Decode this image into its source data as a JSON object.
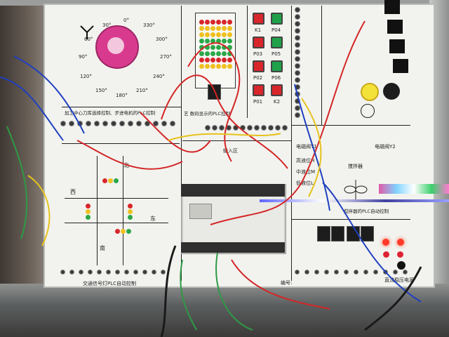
{
  "board_labels": {
    "spindle_title": "加工中心刀库选择控制、步进电机的PLC控制",
    "segment_title": "艺 数码显示的PLC控制",
    "traffic_title": "交通信号灯PLC自动控制",
    "mixer_title": "搅拌器的PLC自动控制",
    "dc_title": "直流稳压电源",
    "input_area": "输入区",
    "mixer": "搅拌器",
    "high_level": "高液位H",
    "mid_level": "中液位M",
    "low_level": "低液位L",
    "valve1": "电磁阀Y1",
    "valve2": "电磁阀Y2",
    "east": "东",
    "west": "西",
    "south": "南",
    "north": "北",
    "serial": "编号:"
  },
  "dial": {
    "angles": [
      "0°",
      "30°",
      "60°",
      "90°",
      "120°",
      "150°",
      "180°",
      "210°",
      "240°",
      "270°",
      "300°",
      "330°"
    ]
  },
  "buttons": {
    "k1": "K1",
    "p04": "P04",
    "p03": "P03",
    "p05": "P05",
    "p02": "P02",
    "p06": "P06",
    "p01": "P01",
    "k2": "K2"
  },
  "colors": {
    "board": "#f2f3ef",
    "button_red": "#d8262a",
    "button_green": "#1fa14a",
    "wire_red": "#d42525",
    "wire_blue": "#1f3fbf",
    "wire_yellow": "#e6c21c",
    "wire_green": "#2e9a45",
    "wire_black": "#1a1a1a"
  },
  "icons": [
    "pink-rotary-dial",
    "spindle-arrow-icon",
    "traffic-light-icon",
    "mixer-fan-icon",
    "motor-symbol-icon",
    "buzzer-icon"
  ]
}
